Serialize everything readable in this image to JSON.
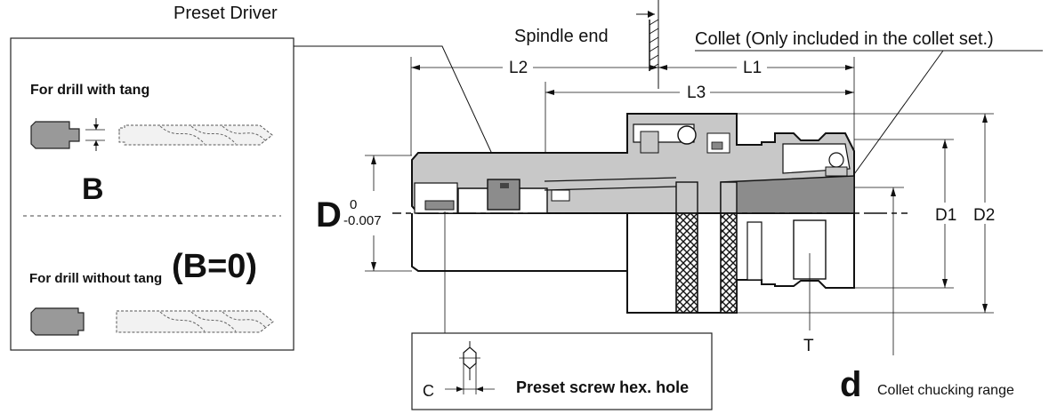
{
  "title": "Preset Driver",
  "tang_panel": {
    "with_tang_label": "For drill with tang",
    "b_label": "B",
    "without_tang_label": "For drill without tang",
    "b_zero_label": "(B=0)"
  },
  "labels": {
    "spindle_end": "Spindle end",
    "collet_note": "Collet (Only included in the collet set.)",
    "L2": "L2",
    "L1": "L1",
    "L3": "L3",
    "D": "D",
    "tol_upper": "0",
    "tol_lower": "-0.007",
    "D1": "D1",
    "D2": "D2",
    "T": "T",
    "d": "d",
    "collet_range": "Collet chucking range",
    "C": "C",
    "hex_hole": "Preset screw hex. hole"
  },
  "colors": {
    "body_gray": "#c8c8c8",
    "dark_gray": "#8c8c8c",
    "line": "#111111"
  }
}
